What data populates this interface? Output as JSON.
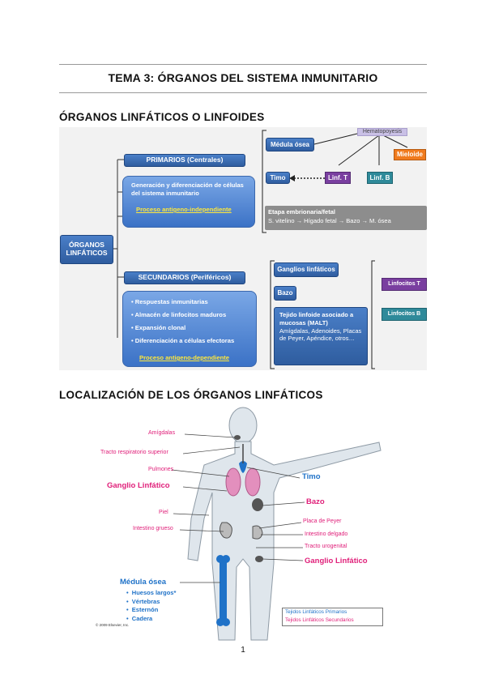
{
  "document": {
    "title": "TEMA 3: ÓRGANOS DEL SISTEMA INMUNITARIO",
    "page_number": "1"
  },
  "section1": {
    "heading": "ÓRGANOS LINFÁTICOS O LINFOIDES",
    "root": "ÓRGANOS LINFÁTICOS",
    "primarios": {
      "label": "PRIMARIOS (Centrales)",
      "bullet": "Generación y diferenciación de células del sistema inmunitario",
      "process": "Proceso antigeno-independiente",
      "medula": "Médula ósea",
      "timo": "Timo",
      "hematopoyesis": "Hematopoyesis",
      "mieloide": "Mieloide",
      "linf_t": "Linf. T",
      "linf_b": "Linf. B",
      "etapa_title": "Etapa embrionaria/fetal",
      "etapa_text": "S. vitelino → Hígado fetal → Bazo → M. ósea"
    },
    "secundarios": {
      "label": "SECUNDARIOS (Periféricos)",
      "bullets": [
        "Respuestas inmunitarias",
        "Almacén de linfocitos maduros",
        "Expansión clonal",
        "Diferenciación a células efectoras"
      ],
      "process": "Proceso antigeno-dependiente",
      "ganglios": "Ganglios linfáticos",
      "bazo": "Bazo",
      "malt_title": "Tejido linfoide asociado a mucosas (MALT)",
      "malt_text": "Amígdalas, Adenoides, Placas de Peyer, Apéndice, otros…",
      "linfocitos_t": "Linfocitos T",
      "linfocitos_b": "Linfocitos B"
    }
  },
  "section2": {
    "heading": "LOCALIZACIÓN DE LOS ÓRGANOS LINFÁTICOS",
    "labels": {
      "amigdalas": "Amígdalas",
      "tracto_resp": "Tracto respiratorio superior",
      "pulmones": "Pulmones",
      "ganglio1": "Ganglio Linfático",
      "timo": "Timo",
      "bazo": "Bazo",
      "piel": "Piel",
      "intestino_grueso": "Intestino grueso",
      "placa_peyer": "Placa de Peyer",
      "intestino_delgado": "Intestino delgado",
      "tracto_urogenital": "Tracto urogenital",
      "ganglio2": "Ganglio Linfático",
      "medula": "Médula ósea",
      "medula_items": [
        "Huesos largos*",
        "Vértebras",
        "Esternón",
        "Cadera"
      ],
      "copyright": "© 2009 Elsevier, Inc."
    },
    "legend": {
      "primarios": "Tejidos Linfáticos Primarios",
      "secundarios": "Tejidos Linfáticos Secundarios"
    }
  },
  "colors": {
    "primary_tissue": "#1f72c8",
    "secondary_tissue": "#e0207a",
    "box_blue": "#2f5d9f",
    "process_yellow": "#ffe83a"
  }
}
